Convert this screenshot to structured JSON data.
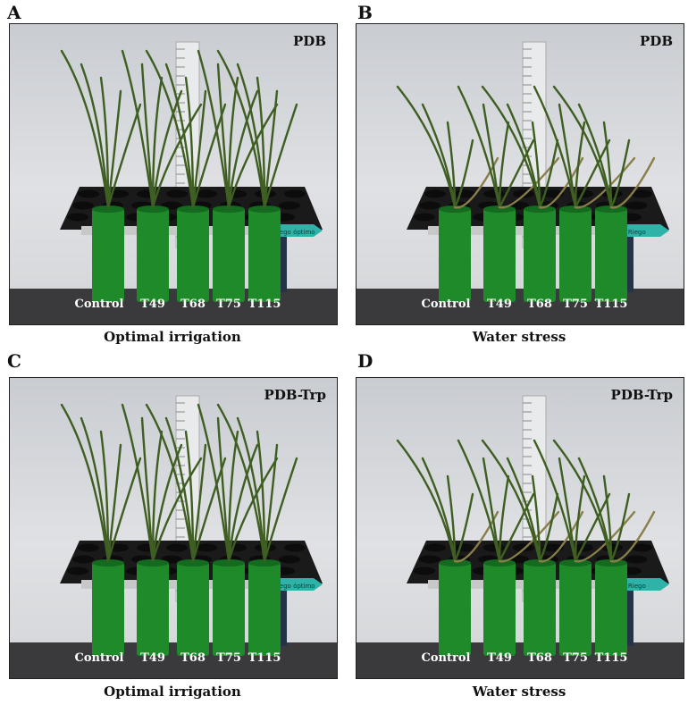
{
  "panels": [
    {
      "letter": "A",
      "medium": "PDB",
      "condition": "Optimal irrigation",
      "tag": "Riego óptimo"
    },
    {
      "letter": "B",
      "medium": "PDB",
      "condition": "Water stress",
      "tag": "S. Riego"
    },
    {
      "letter": "C",
      "medium": "PDB-Trp",
      "condition": "Optimal irrigation",
      "tag": "Riego óptimo"
    },
    {
      "letter": "D",
      "medium": "PDB-Trp",
      "condition": "Water stress",
      "tag": "S. Riego"
    }
  ],
  "pot_labels": [
    "Control",
    "T49",
    "T68",
    "T75",
    "T115"
  ],
  "colors": {
    "pot": "#1f8a2a",
    "tray": "#1a1a1a",
    "floor": "#3a3a3c",
    "leaf": "#3f5e22",
    "tag": "#2fb3a8"
  }
}
